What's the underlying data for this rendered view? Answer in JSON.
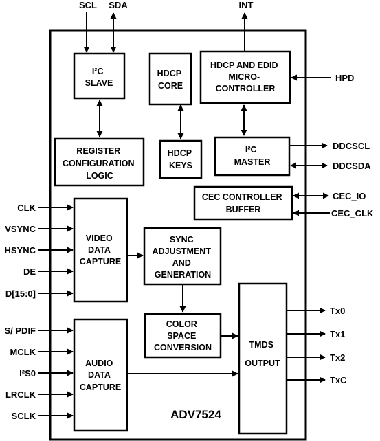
{
  "chip": {
    "name": "ADV7524"
  },
  "blocks": {
    "i2c_slave": [
      "I²C",
      "SLAVE"
    ],
    "hdcp_core": [
      "HDCP",
      "CORE"
    ],
    "hdcp_edid_mc": [
      "HDCP AND EDID",
      "MICRO-",
      "CONTROLLER"
    ],
    "register_config": [
      "REGISTER",
      "CONFIGURATION",
      "LOGIC"
    ],
    "hdcp_keys": [
      "HDCP",
      "KEYS"
    ],
    "i2c_master": [
      "I²C",
      "MASTER"
    ],
    "cec_controller": [
      "CEC CONTROLLER",
      "BUFFER"
    ],
    "video_capture": [
      "VIDEO",
      "DATA",
      "CAPTURE"
    ],
    "sync_adjust": [
      "SYNC",
      "ADJUSTMENT",
      "AND",
      "GENERATION"
    ],
    "color_space": [
      "COLOR",
      "SPACE",
      "CONVERSION"
    ],
    "tmds_output": [
      "TMDS",
      "OUTPUT"
    ],
    "audio_capture": [
      "AUDIO",
      "DATA",
      "CAPTURE"
    ]
  },
  "signals": {
    "top": {
      "scl": "SCL",
      "sda": "SDA",
      "int": "INT"
    },
    "video_inputs": [
      "CLK",
      "VSYNC",
      "HSYNC",
      "DE",
      "D[15:0]"
    ],
    "audio_inputs": [
      "S/ PDIF",
      "MCLK",
      "I²S0",
      "LRCLK",
      "SCLK"
    ],
    "right": {
      "hpd": "HPD",
      "ddcscl": "DDCSCL",
      "ddcsda": "DDCSDA",
      "cec_io": "CEC_IO",
      "cec_clk": "CEC_CLK"
    },
    "tmds_outputs": [
      "Tx0",
      "Tx1",
      "Tx2",
      "TxC"
    ]
  }
}
